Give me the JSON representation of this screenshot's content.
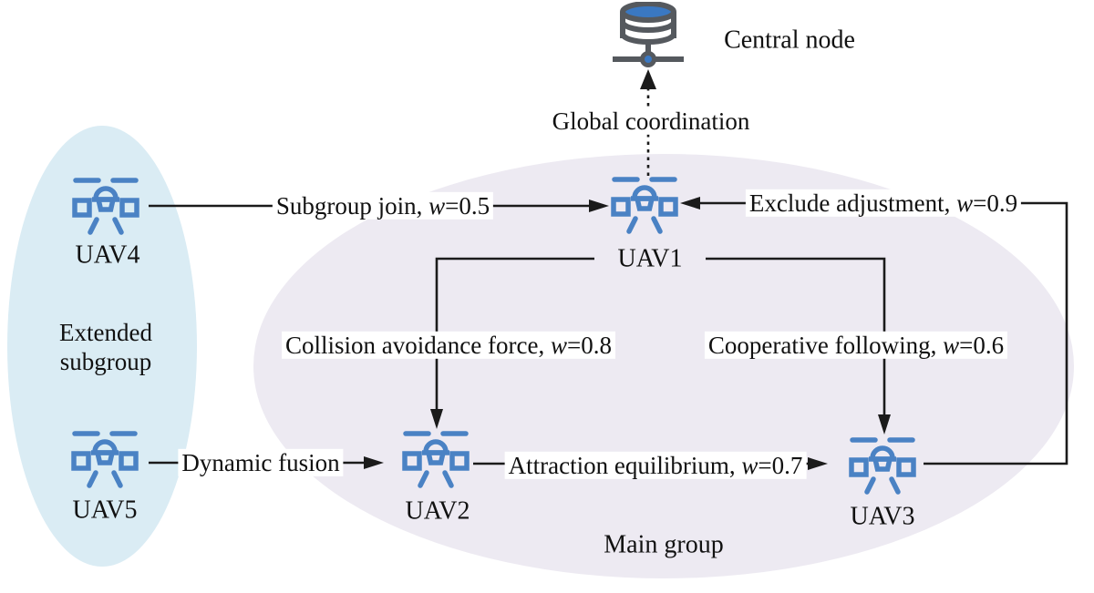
{
  "central_node": {
    "label": "Central node"
  },
  "coordination": {
    "label": "Global coordination"
  },
  "groups": {
    "main": {
      "label": "Main group",
      "fill": "#edeaf2"
    },
    "extended": {
      "label": "Extended subgroup",
      "fill": "#daecf4"
    }
  },
  "nodes": {
    "uav1": {
      "label": "UAV1"
    },
    "uav2": {
      "label": "UAV2"
    },
    "uav3": {
      "label": "UAV3"
    },
    "uav4": {
      "label": "UAV4"
    },
    "uav5": {
      "label": "UAV5"
    }
  },
  "edges": {
    "subgroup_join": {
      "prefix": "Subgroup join, ",
      "w": "w",
      "value": "=0.5"
    },
    "exclude_adjustment": {
      "prefix": "Exclude adjustment, ",
      "w": "w",
      "value": "=0.9"
    },
    "collision_avoidance": {
      "prefix": "Collision avoidance force, ",
      "w": "w",
      "value": "=0.8"
    },
    "cooperative_following": {
      "prefix": "Cooperative following, ",
      "w": "w",
      "value": "=0.6"
    },
    "attraction_equilibrium": {
      "prefix": "Attraction equilibrium, ",
      "w": "w",
      "value": "=0.7"
    },
    "dynamic_fusion": {
      "prefix": "Dynamic fusion"
    }
  },
  "colors": {
    "uav_blue": "#4a82c4",
    "server_gray": "#55595e",
    "server_blue": "#3a78c2",
    "line_black": "#1b1b1b"
  }
}
